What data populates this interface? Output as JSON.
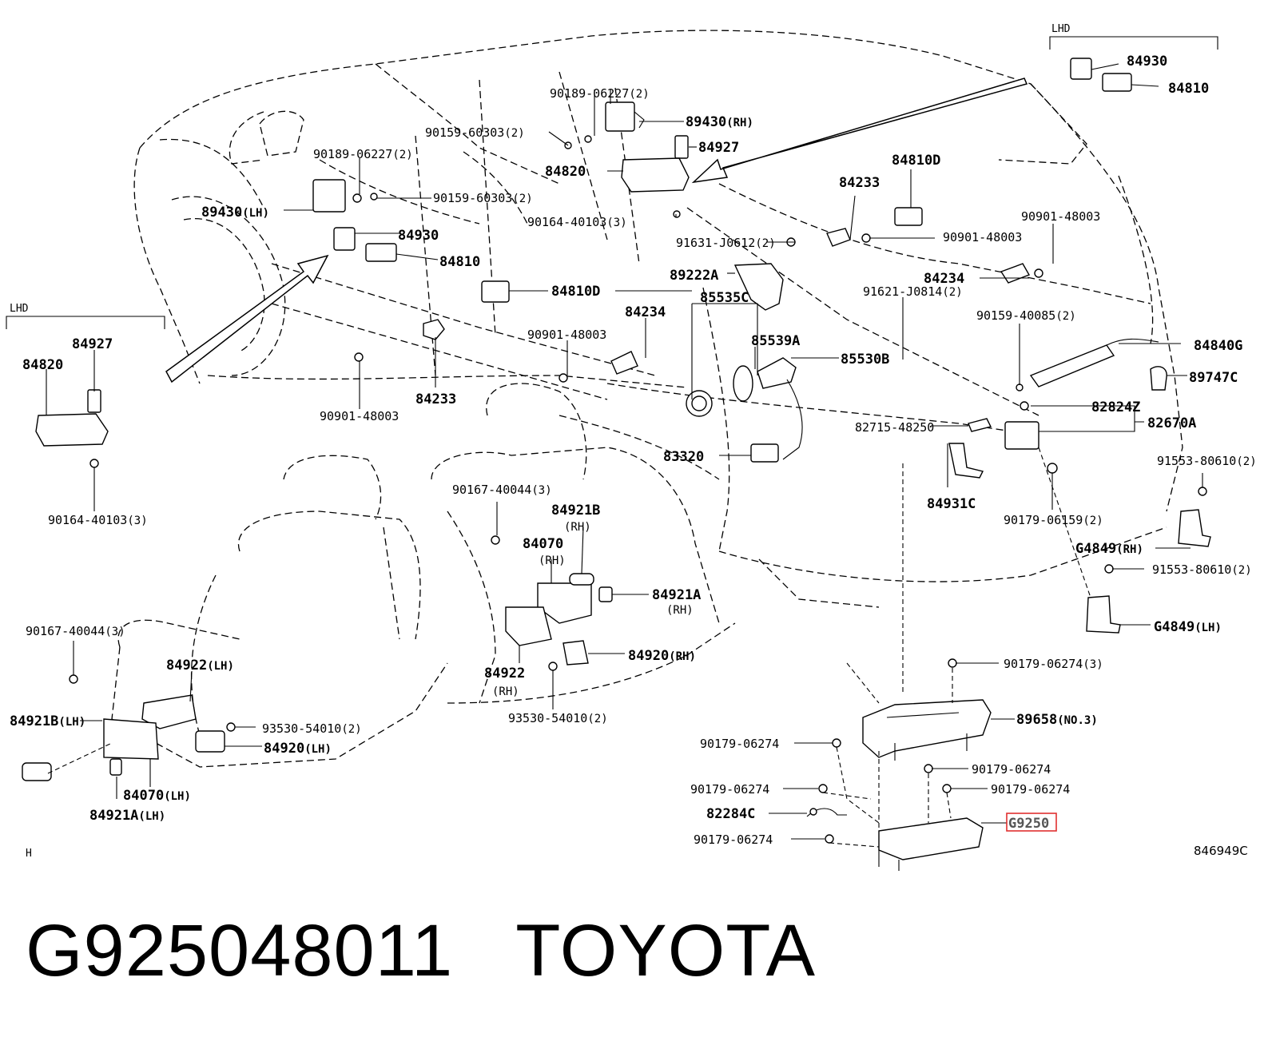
{
  "diagram": {
    "callouts": [
      {
        "id": "c1",
        "label": "90189-06227",
        "suffix": "(2)",
        "cls": "pn-s"
      },
      {
        "id": "c2",
        "label": "89430",
        "suffix": "(RH)",
        "cls": "pn"
      },
      {
        "id": "c3",
        "label": "90159-60303",
        "suffix": "(2)",
        "cls": "pn-s"
      },
      {
        "id": "c4",
        "label": "84927",
        "suffix": "",
        "cls": "pn"
      },
      {
        "id": "c5",
        "label": "90189-06227",
        "suffix": "(2)",
        "cls": "pn-s"
      },
      {
        "id": "c6",
        "label": "84820",
        "suffix": "",
        "cls": "pn"
      },
      {
        "id": "c7",
        "label": "90159-60303",
        "suffix": "(2)",
        "cls": "pn-s"
      },
      {
        "id": "c8",
        "label": "89430",
        "suffix": "(LH)",
        "cls": "pn"
      },
      {
        "id": "c9",
        "label": "90164-40103",
        "suffix": "(3)",
        "cls": "pn-s"
      },
      {
        "id": "c10",
        "label": "84930",
        "suffix": "",
        "cls": "pn"
      },
      {
        "id": "c11",
        "label": "91631-J0612",
        "suffix": "(2)",
        "cls": "pn-s"
      },
      {
        "id": "c12",
        "label": "84810",
        "suffix": "",
        "cls": "pn"
      },
      {
        "id": "c13",
        "label": "89222A",
        "suffix": "",
        "cls": "pn"
      },
      {
        "id": "c14",
        "label": "84810D",
        "suffix": "",
        "cls": "pn"
      },
      {
        "id": "c15",
        "label": "85535C",
        "suffix": "",
        "cls": "pn"
      },
      {
        "id": "c16",
        "label": "84234",
        "suffix": "",
        "cls": "pn"
      },
      {
        "id": "c17",
        "label": "90901-48003",
        "suffix": "",
        "cls": "pn-s"
      },
      {
        "id": "c18",
        "label": "85539A",
        "suffix": "",
        "cls": "pn"
      },
      {
        "id": "c19",
        "label": "85530B",
        "suffix": "",
        "cls": "pn"
      },
      {
        "id": "c20",
        "label": "84233",
        "suffix": "",
        "cls": "pn"
      },
      {
        "id": "c21",
        "label": "90901-48003",
        "suffix": "",
        "cls": "pn-s"
      },
      {
        "id": "c22",
        "label": "84810D",
        "suffix": "",
        "cls": "pn"
      },
      {
        "id": "c23",
        "label": "84233",
        "suffix": "",
        "cls": "pn"
      },
      {
        "id": "c24",
        "label": "90901-48003",
        "suffix": "",
        "cls": "pn-s"
      },
      {
        "id": "c25",
        "label": "90901-48003",
        "suffix": "",
        "cls": "pn-s"
      },
      {
        "id": "c26",
        "label": "84234",
        "suffix": "",
        "cls": "pn"
      },
      {
        "id": "c27",
        "label": "91621-J0814",
        "suffix": "(2)",
        "cls": "pn-s"
      },
      {
        "id": "c28",
        "label": "90159-40085",
        "suffix": "(2)",
        "cls": "pn-s"
      },
      {
        "id": "c29",
        "label": "84840G",
        "suffix": "",
        "cls": "pn"
      },
      {
        "id": "c30",
        "label": "89747C",
        "suffix": "",
        "cls": "pn"
      },
      {
        "id": "c31",
        "label": "82824Z",
        "suffix": "",
        "cls": "pn"
      },
      {
        "id": "c32",
        "label": "82670A",
        "suffix": "",
        "cls": "pn"
      },
      {
        "id": "c33",
        "label": "82715-48250",
        "suffix": "",
        "cls": "pn-s"
      },
      {
        "id": "c34",
        "label": "83320",
        "suffix": "",
        "cls": "pn"
      },
      {
        "id": "c35",
        "label": "84931C",
        "suffix": "",
        "cls": "pn"
      },
      {
        "id": "c36",
        "label": "90179-06159",
        "suffix": "(2)",
        "cls": "pn-s"
      },
      {
        "id": "c37",
        "label": "91553-80610",
        "suffix": "(2)",
        "cls": "pn-s"
      },
      {
        "id": "c38",
        "label": "G4849",
        "suffix": "(RH)",
        "cls": "pn"
      },
      {
        "id": "c39",
        "label": "91553-80610",
        "suffix": "(2)",
        "cls": "pn-s"
      },
      {
        "id": "c40",
        "label": "G4849",
        "suffix": "(LH)",
        "cls": "pn"
      },
      {
        "id": "c41",
        "label": "84930",
        "suffix": "",
        "cls": "pn"
      },
      {
        "id": "c42",
        "label": "84810",
        "suffix": "",
        "cls": "pn"
      },
      {
        "id": "c43",
        "label": "84927",
        "suffix": "",
        "cls": "pn"
      },
      {
        "id": "c44",
        "label": "84820",
        "suffix": "",
        "cls": "pn"
      },
      {
        "id": "c45",
        "label": "90164-40103",
        "suffix": "(3)",
        "cls": "pn-s"
      },
      {
        "id": "c46",
        "label": "90167-40044",
        "suffix": "(3)",
        "cls": "pn-s"
      },
      {
        "id": "c47",
        "label": "84921B",
        "suffix": "",
        "cls": "pn"
      },
      {
        "id": "c48",
        "label": "84070",
        "suffix": "",
        "cls": "pn"
      },
      {
        "id": "c49",
        "label": "84921A",
        "suffix": "",
        "cls": "pn"
      },
      {
        "id": "c50",
        "label": "84920",
        "suffix": "(RH)",
        "cls": "pn"
      },
      {
        "id": "c51",
        "label": "84922",
        "suffix": "",
        "cls": "pn"
      },
      {
        "id": "c52",
        "label": "93530-54010",
        "suffix": "(2)",
        "cls": "pn-s"
      },
      {
        "id": "c53",
        "label": "90167-40044",
        "suffix": "(3)",
        "cls": "pn-s"
      },
      {
        "id": "c54",
        "label": "84922",
        "suffix": "(LH)",
        "cls": "pn"
      },
      {
        "id": "c55",
        "label": "84921B",
        "suffix": "(LH)",
        "cls": "pn"
      },
      {
        "id": "c56",
        "label": "93530-54010",
        "suffix": "(2)",
        "cls": "pn-s"
      },
      {
        "id": "c57",
        "label": "84920",
        "suffix": "(LH)",
        "cls": "pn"
      },
      {
        "id": "c58",
        "label": "84070",
        "suffix": "(LH)",
        "cls": "pn"
      },
      {
        "id": "c59",
        "label": "84921A",
        "suffix": "(LH)",
        "cls": "pn"
      },
      {
        "id": "c60",
        "label": "90179-06274",
        "suffix": "(3)",
        "cls": "pn-s"
      },
      {
        "id": "c61",
        "label": "89658",
        "suffix": "(NO.3)",
        "cls": "pn"
      },
      {
        "id": "c62",
        "label": "90179-06274",
        "suffix": "",
        "cls": "pn-s"
      },
      {
        "id": "c63",
        "label": "90179-06274",
        "suffix": "",
        "cls": "pn-s"
      },
      {
        "id": "c64",
        "label": "90179-06274",
        "suffix": "",
        "cls": "pn-s"
      },
      {
        "id": "c65",
        "label": "90179-06274",
        "suffix": "",
        "cls": "pn-s"
      },
      {
        "id": "c66",
        "label": "82284C",
        "suffix": "",
        "cls": "pn"
      },
      {
        "id": "c67",
        "label": "90179-06274",
        "suffix": "",
        "cls": "pn-s"
      },
      {
        "id": "c68",
        "label": "G9250",
        "suffix": "",
        "cls": "pn"
      }
    ],
    "side_notes": [
      {
        "id": "n1",
        "text": "(RH)"
      },
      {
        "id": "n2",
        "text": "(RH)"
      },
      {
        "id": "n3",
        "text": "(RH)"
      },
      {
        "id": "n4",
        "text": "(RH)"
      }
    ],
    "lhd_labels": [
      "LHD",
      "LHD"
    ],
    "corner_mark": "H",
    "illustration_number": "846949C",
    "highlight_color": "#e03030"
  },
  "caption": {
    "part_number": "G925048011",
    "brand": "TOYOTA"
  }
}
